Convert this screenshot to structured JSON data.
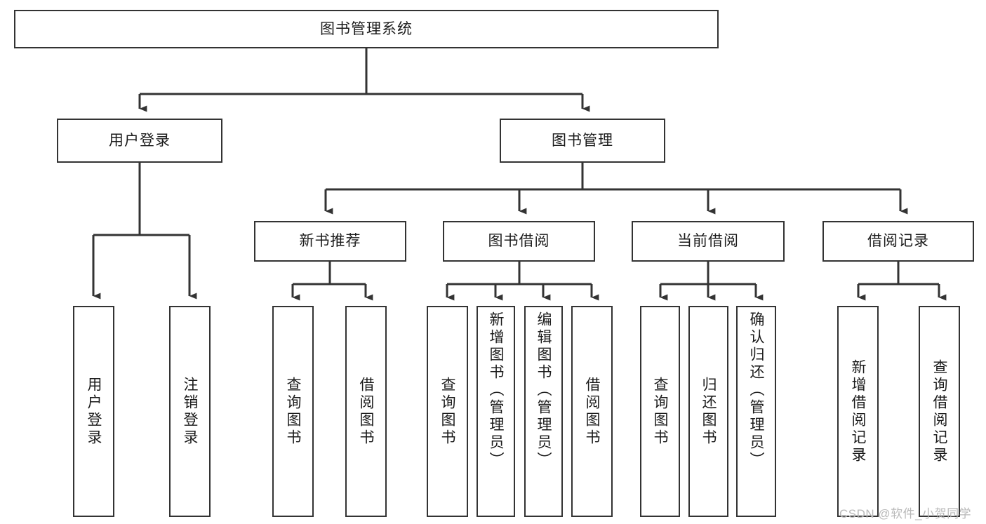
{
  "diagram": {
    "type": "tree-hierarchy",
    "title": "图书管理系统",
    "watermark": "CSDN @软件_小贺同学",
    "colors": {
      "stroke": "#333333",
      "fill": "#ffffff",
      "text": "#1b1b1b",
      "watermark": "#b9b9b9"
    },
    "levels": {
      "root": {
        "label": "图书管理系统"
      },
      "level2": [
        {
          "id": "user-login",
          "label": "用户登录"
        },
        {
          "id": "book-manage",
          "label": "图书管理"
        }
      ],
      "level3": [
        {
          "id": "new-book-rec",
          "label": "新书推荐"
        },
        {
          "id": "book-borrow",
          "label": "图书借阅"
        },
        {
          "id": "current-borrow",
          "label": "当前借阅"
        },
        {
          "id": "borrow-record",
          "label": "借阅记录"
        }
      ],
      "leaves": {
        "user-login": [
          {
            "id": "leaf-user-login",
            "label": "用户登录"
          },
          {
            "id": "leaf-logout",
            "label": "注销登录"
          }
        ],
        "new-book-rec": [
          {
            "id": "leaf-query-book-1",
            "label": "查询图书"
          },
          {
            "id": "leaf-borrow-book-1",
            "label": "借阅图书"
          }
        ],
        "book-borrow": [
          {
            "id": "leaf-query-book-2",
            "label": "查询图书"
          },
          {
            "id": "leaf-add-book",
            "label": "新增图书（管理员）"
          },
          {
            "id": "leaf-edit-book",
            "label": "编辑图书（管理员）"
          },
          {
            "id": "leaf-borrow-book-2",
            "label": "借阅图书"
          }
        ],
        "current-borrow": [
          {
            "id": "leaf-query-book-3",
            "label": "查询图书"
          },
          {
            "id": "leaf-return-book",
            "label": "归还图书"
          },
          {
            "id": "leaf-confirm-return",
            "label": "确认归还（管理员）"
          }
        ],
        "borrow-record": [
          {
            "id": "leaf-add-record",
            "label": "新增借阅记录"
          },
          {
            "id": "leaf-query-record",
            "label": "查询借阅记录"
          }
        ]
      }
    }
  }
}
